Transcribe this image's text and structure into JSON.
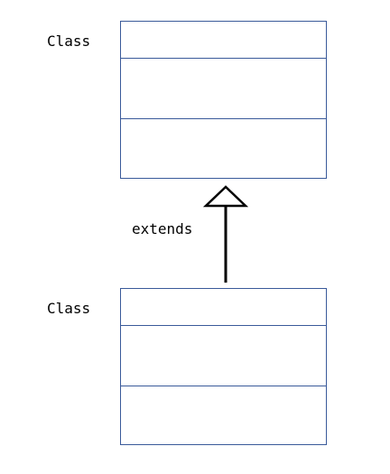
{
  "parent_class": {
    "name": "Class"
  },
  "child_class": {
    "name": "Class"
  },
  "relationship": {
    "label": "extends",
    "type": "generalization"
  },
  "colors": {
    "class_border": "#3a5a9a",
    "arrow": "#000000",
    "background": "#ffffff"
  }
}
